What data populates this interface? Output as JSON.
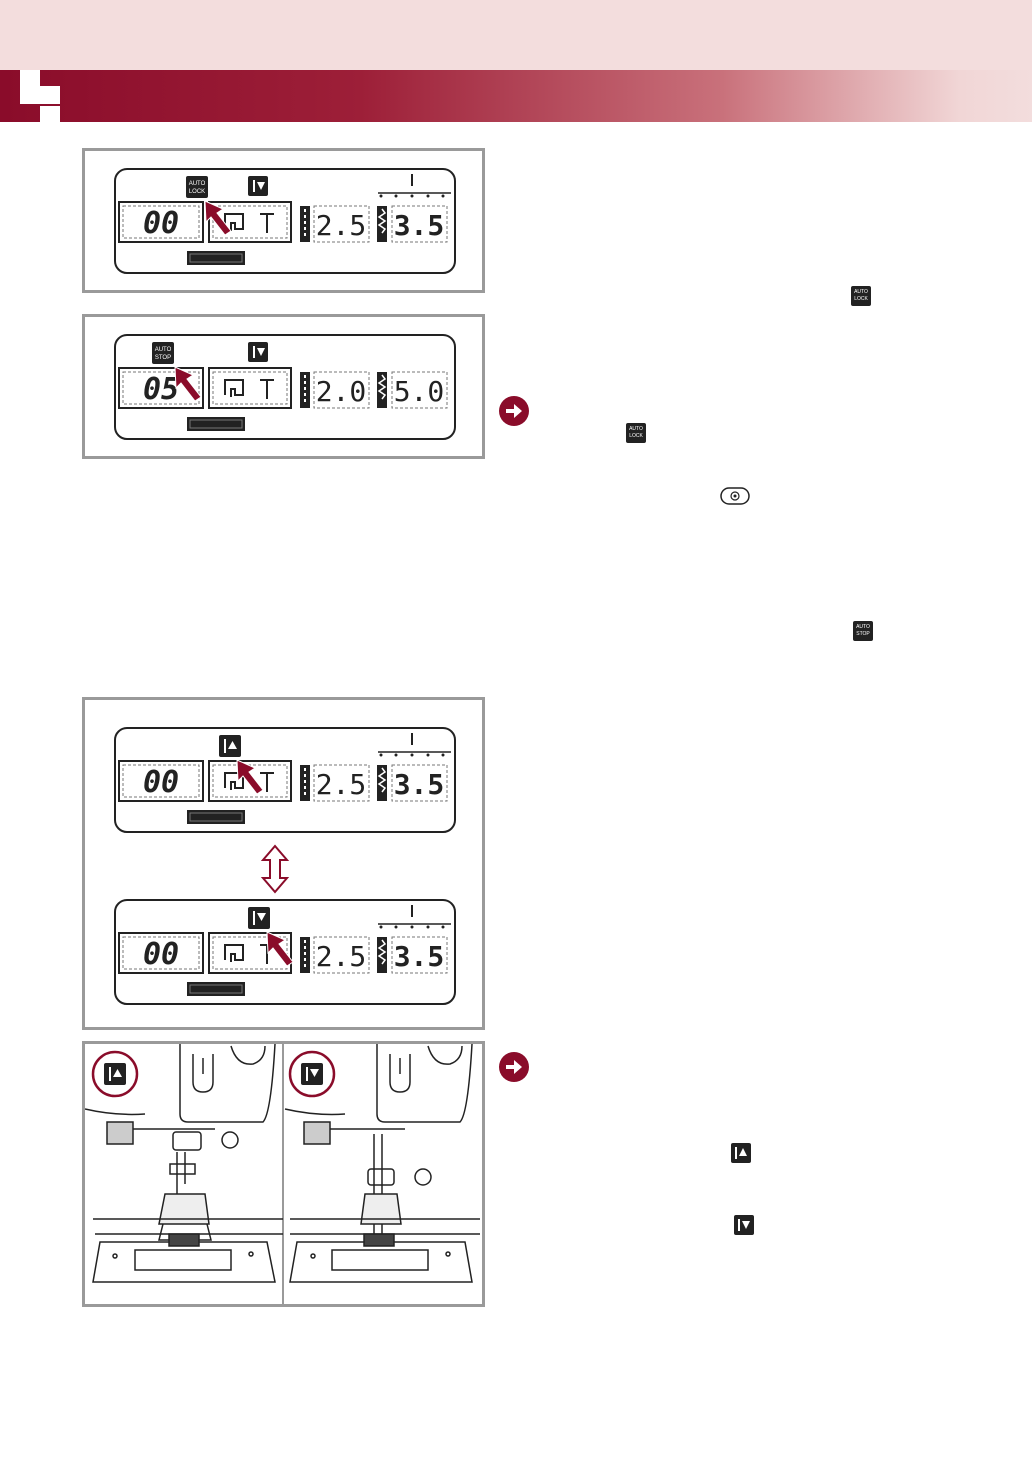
{
  "colors": {
    "accent": "#8a0c2a",
    "frame": "#9a9a9a",
    "band": "#f3dddd"
  },
  "icons": {
    "auto_lock": {
      "line1": "AUTO",
      "line2": "LOCK"
    },
    "auto_stop": {
      "line1": "AUTO",
      "line2": "STOP"
    }
  },
  "displays": {
    "d1": {
      "pattern": "00",
      "length": "2.5",
      "width": "3.5"
    },
    "d2": {
      "pattern": "05",
      "length": "2.0",
      "width": "5.0"
    },
    "d3": {
      "pattern": "00",
      "length": "2.5",
      "width": "3.5"
    },
    "d4": {
      "pattern": "00",
      "length": "2.5",
      "width": "3.5"
    }
  }
}
